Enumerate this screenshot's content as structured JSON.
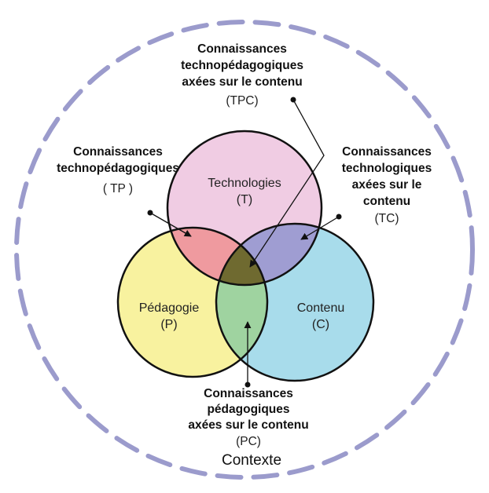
{
  "diagram": {
    "title": "TPACK",
    "context_label": "Contexte",
    "colors": {
      "outer_dash": "#9b9bcc",
      "technologies": "#f0cce3",
      "pedagogie": "#f8f29f",
      "contenu": "#a8dceb",
      "tp_overlap": "#ef9a9f",
      "tc_overlap": "#9f9dd2",
      "pc_overlap": "#9fd3a0",
      "tpc_overlap": "#6f6a30",
      "stroke": "#111111"
    },
    "circles": {
      "technologies": {
        "name": "Technologies",
        "abbr": "(T)"
      },
      "pedagogie": {
        "name": "Pédagogie",
        "abbr": "(P)"
      },
      "contenu": {
        "name": "Contenu",
        "abbr": "(C)"
      }
    },
    "labels": {
      "tpc": {
        "lines": [
          "Connaissances",
          "technopédagogiques",
          "axées sur le contenu"
        ],
        "abbr": "(TPC)"
      },
      "tp": {
        "lines": [
          "Connaissances",
          "technopédagogiques"
        ],
        "abbr": "( TP )"
      },
      "tc": {
        "lines": [
          "Connaissances",
          "technologiques",
          "axées sur le",
          "contenu"
        ],
        "abbr": "(TC)"
      },
      "pc": {
        "lines": [
          "Connaissances",
          "pédagogiques",
          "axées sur le contenu"
        ],
        "abbr": "(PC)"
      }
    }
  }
}
